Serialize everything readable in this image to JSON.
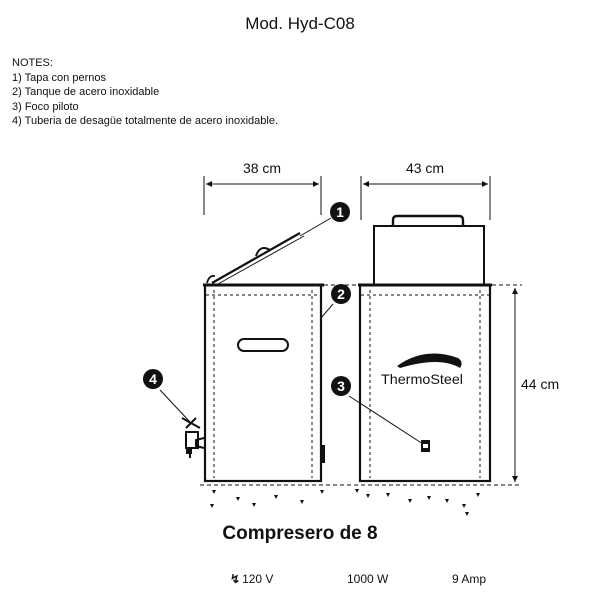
{
  "title": "Mod. Hyd-C08",
  "notes": {
    "heading": "NOTES:",
    "items": [
      "1) Tapa con pernos",
      "2) Tanque de acero inoxidable",
      "3) Foco piloto",
      "4) Tuberia de desagüe totalmente de acero inoxidable."
    ]
  },
  "dimensions": {
    "front_width": "38 cm",
    "side_width": "43 cm",
    "height": "44 cm"
  },
  "callouts": [
    "1",
    "2",
    "3",
    "4"
  ],
  "brand_logo": "ThermoSteel",
  "product_name": "Compresero de 8",
  "specs": {
    "voltage_icon": "lightning-icon",
    "voltage": "120 V",
    "power": "1000 W",
    "current": "9 Amp"
  },
  "colors": {
    "line": "#111111",
    "background": "#ffffff"
  }
}
